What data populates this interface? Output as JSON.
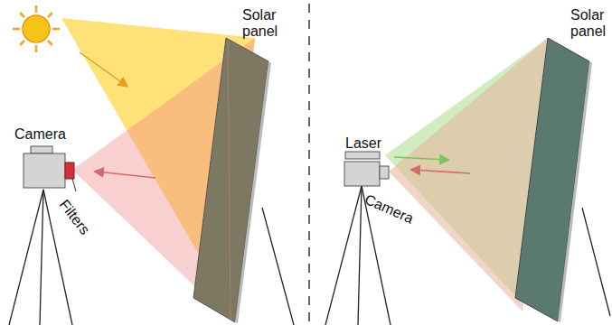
{
  "diagram": {
    "labels": [
      "Solar panel",
      "Camera",
      "Filters",
      "Solar panel",
      "Laser",
      "Camera"
    ]
  }
}
